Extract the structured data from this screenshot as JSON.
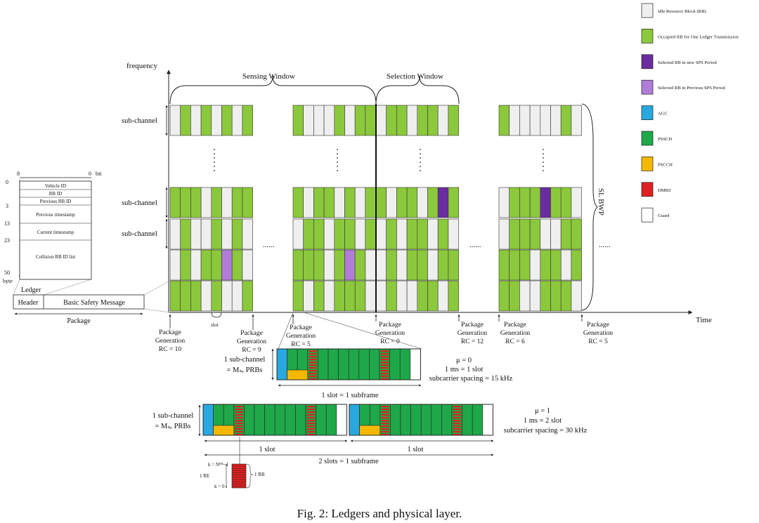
{
  "colors": {
    "idle": "#efefef",
    "occupied": "#8cc83c",
    "selected_new": "#6a2ca0",
    "selected_prev": "#b07cd8",
    "agc": "#29a8e0",
    "pssch": "#1fa84a",
    "pscch": "#f5b800",
    "dmrs": "#e02020",
    "guard": "#ffffff",
    "line": "#222222"
  },
  "legend": [
    {
      "key": "idle",
      "label": "Idle Resource Block (RB)"
    },
    {
      "key": "occupied",
      "label": "Occupied RB for One Ledger Transmission"
    },
    {
      "key": "selected_new",
      "label": "Selected RB in new SPS Period"
    },
    {
      "key": "selected_prev",
      "label": "Selected RB in Previous SPS Period"
    },
    {
      "key": "agc",
      "label": "AGC"
    },
    {
      "key": "pssch",
      "label": "PSSCH"
    },
    {
      "key": "pscch",
      "label": "PSCCH"
    },
    {
      "key": "dmrs",
      "label": "DMRS"
    },
    {
      "key": "guard",
      "label": "Guard"
    }
  ],
  "axis": {
    "frequency": "frequency",
    "time": "Time"
  },
  "windows": {
    "sensing": "Sensing Window",
    "selection": "Selection Window"
  },
  "bwp_label": "SL BWP",
  "subchannel_label": "sub-channel",
  "slot_label": "slot",
  "ellipsis": "......",
  "ledger": {
    "bit_high": "8",
    "bit_low": "0",
    "bit_unit": "bit",
    "byte_unit": "byte",
    "byte_ticks": [
      "0",
      "3",
      "13",
      "23",
      "50"
    ],
    "fields": [
      "Vehicle ID",
      "RB ID",
      "Previous RB ID",
      "Previous timestamp",
      "Current timestamp",
      "Collision RB ID list"
    ],
    "ledger_label": "Ledger",
    "header": "Header",
    "bsm": "Basic Safety Message",
    "package": "Package"
  },
  "generations": [
    {
      "label": "Package Generation",
      "rc": "RC = 10"
    },
    {
      "label": "Package Generation",
      "rc": "RC = 9"
    },
    {
      "label": "Package Generation",
      "rc": "RC = 5"
    },
    {
      "label": "Package Generation",
      "rc": "RC = 0"
    },
    {
      "label": "Package Generation",
      "rc": "RC = 12"
    },
    {
      "label": "Package Generation",
      "rc": "RC = 6"
    },
    {
      "label": "Package Generation",
      "rc": "RC = 5"
    }
  ],
  "mu0": {
    "left_line1": "1 sub-channel",
    "left_line2": "= Mₛₑ PRBs",
    "right_line1": "μ = 0",
    "right_line2": "1 ms = 1 slot",
    "right_line3": "subcarrier spacing = 15 kHz",
    "bottom": "1 slot = 1 subframe"
  },
  "mu1": {
    "left_line1": "1 sub-channel",
    "left_line2": "= Mₛₑ PRBs",
    "right_line1": "μ = 1",
    "right_line2": "1 ms = 2 slot",
    "right_line3": "subcarrier spacing = 30 kHz",
    "slot1": "1 slot",
    "slot2": "1 slot",
    "bottom": "2 slots = 1 subframe"
  },
  "rb_detail": {
    "top": "k = Nᴿᴮ−1",
    "mid": "1 RE",
    "bottom": "k = 0",
    "right": "1 RB"
  },
  "caption": "Fig. 2: Ledgers and physical layer."
}
